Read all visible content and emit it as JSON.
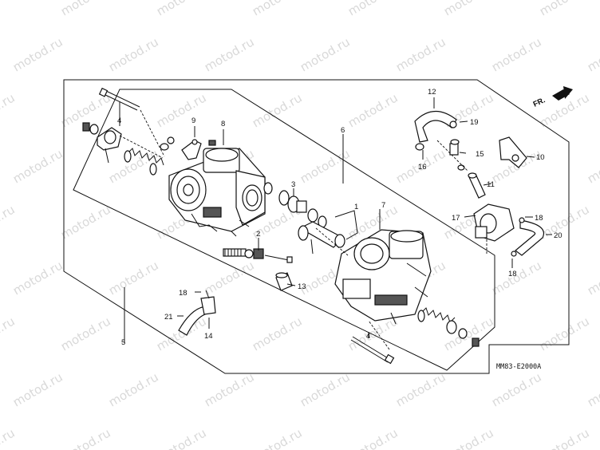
{
  "watermark": "motod.ru",
  "diagram_code": "MM83-E2000A",
  "direction_label": "FR.",
  "callouts": {
    "c1": "1",
    "c2": "2",
    "c3": "3",
    "c4a": "4",
    "c4b": "4",
    "c5": "5",
    "c6": "6",
    "c7": "7",
    "c8": "8",
    "c9": "9",
    "c10": "10",
    "c11": "11",
    "c12": "12",
    "c13": "13",
    "c14": "14",
    "c15": "15",
    "c16": "16",
    "c17": "17",
    "c18a": "18",
    "c18b": "18",
    "c18c": "18",
    "c19": "19",
    "c20": "20",
    "c21": "21"
  },
  "colors": {
    "ink": "#111111",
    "watermark": "#d9d9d9",
    "background": "#ffffff"
  }
}
